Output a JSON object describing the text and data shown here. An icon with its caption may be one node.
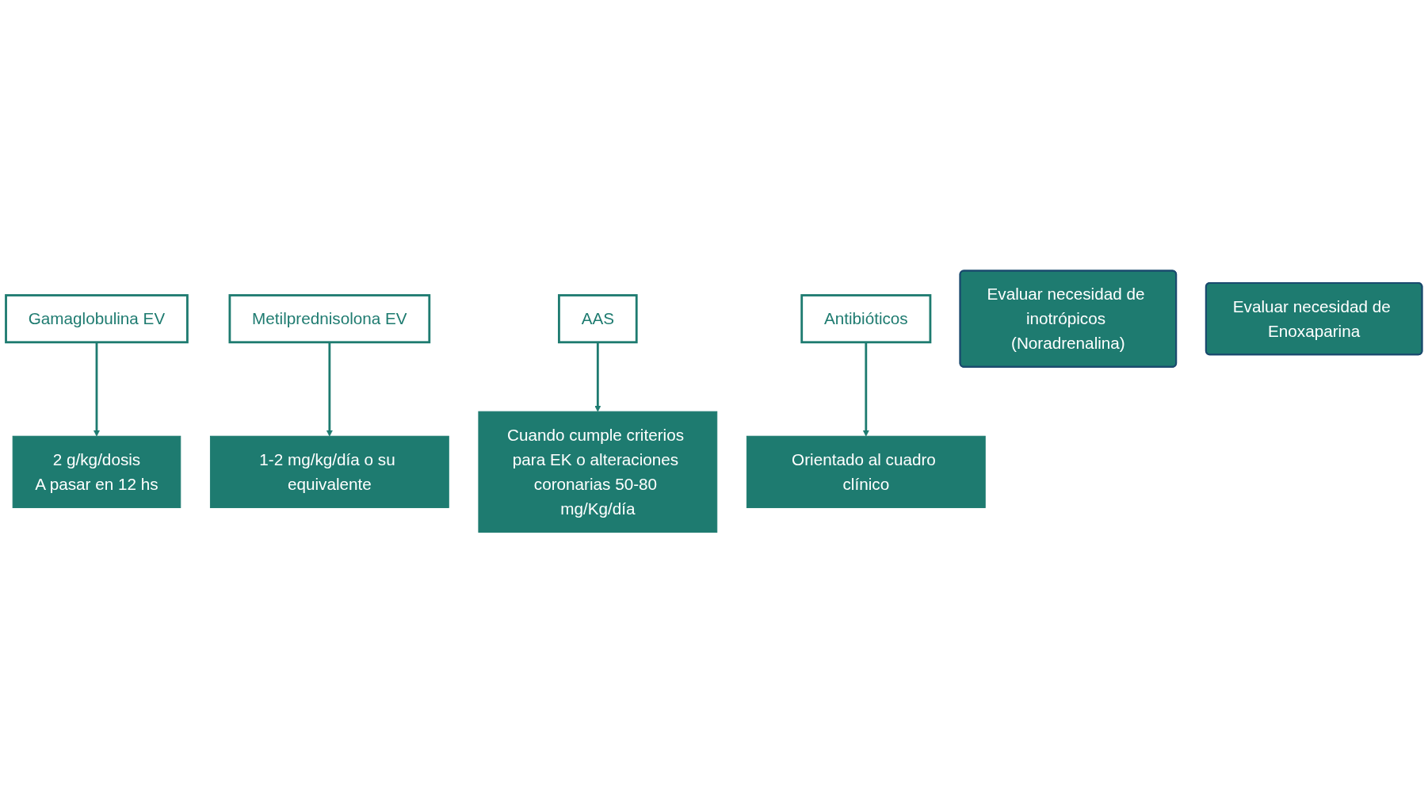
{
  "diagram": {
    "nodes": [
      {
        "text": [
          "Gamaglobulina EV"
        ]
      },
      {
        "text": [
          "2 g/kg/dosis",
          "A pasar en 12 hs"
        ]
      },
      {
        "text": [
          "Metilprednisolona EV"
        ]
      },
      {
        "text": [
          "1-2 mg/kg/día o su equivalente"
        ]
      },
      {
        "text": [
          "AAS"
        ]
      },
      {
        "text": [
          "Cuando cumple criterios para EK o alteraciones coronarias 50-80 mg/Kg/día"
        ]
      },
      {
        "text": [
          "Antibióticos"
        ]
      },
      {
        "text": [
          "Orientado al cuadro clínico"
        ]
      },
      {
        "text": [
          "Evaluar necesidad de inotrópicos (Noradrenalina)"
        ]
      },
      {
        "text": [
          "Evaluar necesidad de Enoxaparina"
        ]
      }
    ],
    "edges": [
      {
        "from": 0,
        "to": 1,
        "arrow": "to"
      },
      {
        "from": 2,
        "to": 3,
        "arrow": "to"
      },
      {
        "from": 4,
        "to": 5,
        "arrow": "to"
      },
      {
        "from": 6,
        "to": 7,
        "arrow": "to"
      }
    ]
  }
}
